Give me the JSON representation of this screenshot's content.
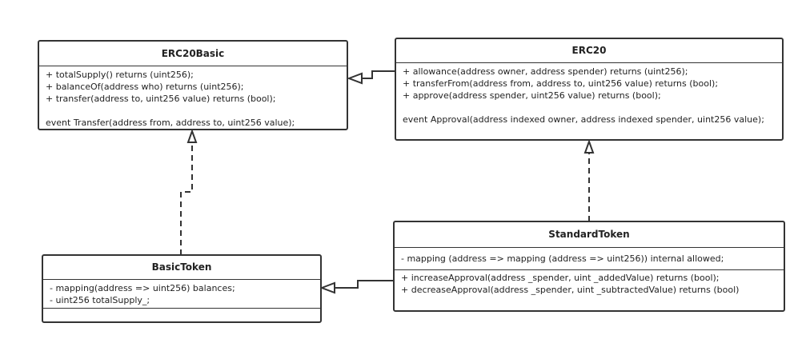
{
  "classes": {
    "erc20basic": {
      "name": "ERC20Basic",
      "methods": [
        "+ totalSupply() returns (uint256);",
        "+ balanceOf(address who) returns (uint256);",
        "+ transfer(address to, uint256 value) returns (bool);"
      ],
      "events": [
        "event Transfer(address from, address to, uint256 value);"
      ]
    },
    "erc20": {
      "name": "ERC20",
      "methods": [
        "+ allowance(address owner, address spender) returns (uint256);",
        "+ transferFrom(address from, address to, uint256 value) returns (bool);",
        "+ approve(address spender, uint256 value) returns (bool);"
      ],
      "events": [
        "event Approval(address indexed owner, address indexed spender, uint256 value);"
      ]
    },
    "basictoken": {
      "name": "BasicToken",
      "attributes": [
        "- mapping(address => uint256) balances;",
        "- uint256 totalSupply_;"
      ],
      "methods": []
    },
    "standardtoken": {
      "name": "StandardToken",
      "attributes": [
        "- mapping (address => mapping (address => uint256)) internal allowed;"
      ],
      "methods": [
        "+ increaseApproval(address _spender, uint _addedValue) returns (bool);",
        "+ decreaseApproval(address _spender, uint _subtractedValue) returns (bool)"
      ]
    }
  },
  "relations": [
    {
      "from": "erc20",
      "to": "erc20basic",
      "kind": "generalization"
    },
    {
      "from": "basictoken",
      "to": "erc20basic",
      "kind": "realization"
    },
    {
      "from": "standardtoken",
      "to": "erc20",
      "kind": "realization"
    },
    {
      "from": "standardtoken",
      "to": "basictoken",
      "kind": "generalization"
    }
  ],
  "colors": {
    "line": "#333333",
    "background": "#ffffff"
  }
}
